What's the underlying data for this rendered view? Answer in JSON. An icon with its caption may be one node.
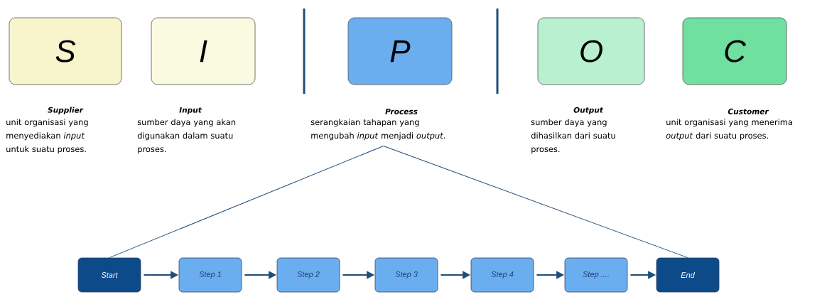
{
  "diagram": {
    "nodes": [
      {
        "text": [
          "S"
        ],
        "beside": [
          "Supplier",
          "unit organisasi yang menyediakan *input* untuk suatu proses."
        ]
      },
      {
        "text": [
          "I"
        ],
        "beside": [
          "Input",
          "sumber daya yang akan digunakan dalam suatu proses."
        ]
      },
      {
        "text": [
          "P"
        ],
        "beside": [
          "Process",
          "serangkaian tahapan yang mengubah *input* menjadi *output*."
        ]
      },
      {
        "text": [
          "O"
        ],
        "beside": [
          "Output",
          "sumber daya yang dihasilkan dari suatu proses."
        ]
      },
      {
        "text": [
          "C"
        ],
        "beside": [
          "Customer",
          "unit organisasi yang menerima *output* dari suatu proses."
        ]
      },
      {
        "text": [
          "Start"
        ]
      },
      {
        "text": [
          "Step 1"
        ]
      },
      {
        "text": [
          "Step 2"
        ]
      },
      {
        "text": [
          "Step 3"
        ]
      },
      {
        "text": [
          "Step 4"
        ]
      },
      {
        "text": [
          "Step ...."
        ]
      },
      {
        "text": [
          "End"
        ]
      }
    ],
    "edges": [
      {
        "from": 2,
        "to": 5,
        "arrow": "none"
      },
      {
        "from": 2,
        "to": 11,
        "arrow": "none"
      },
      {
        "from": 5,
        "to": 6,
        "arrow": "to"
      },
      {
        "from": 6,
        "to": 7,
        "arrow": "to"
      },
      {
        "from": 7,
        "to": 8,
        "arrow": "to"
      },
      {
        "from": 8,
        "to": 9,
        "arrow": "to"
      },
      {
        "from": 9,
        "to": 10,
        "arrow": "to"
      },
      {
        "from": 10,
        "to": 11,
        "arrow": "to"
      }
    ]
  }
}
